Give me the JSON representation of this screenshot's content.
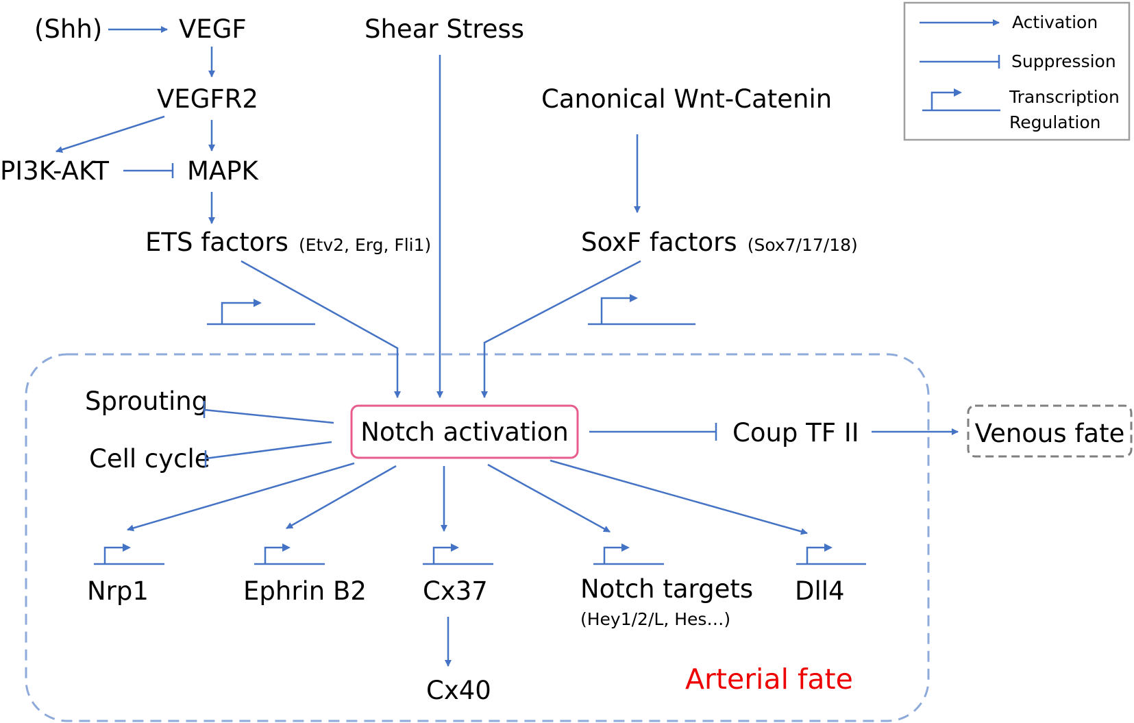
{
  "colors": {
    "edge": "#4472c4",
    "notch_box": "#e75b8d",
    "arterial_text": "#ee0000",
    "arterial_region": "#8eaadb",
    "venous_box": "#7f7f7f",
    "legend_border": "#9e9e9e"
  },
  "nodes": {
    "shh": "(Shh)",
    "vegf": "VEGF",
    "vegfr2": "VEGFR2",
    "pi3k_akt": "PI3K-AKT",
    "mapk": "MAPK",
    "ets": "ETS factors",
    "ets_detail": "(Etv2, Erg, Fli1)",
    "shear": "Shear Stress",
    "wnt": "Canonical Wnt-Catenin",
    "soxf": "SoxF factors",
    "soxf_detail": "(Sox7/17/18)",
    "notch": "Notch activation",
    "sprouting": "Sprouting",
    "cell_cycle": "Cell cycle",
    "coup": "Coup TF II",
    "venous": "Venous fate",
    "nrp1": "Nrp1",
    "ephrin": "Ephrin B2",
    "cx37": "Cx37",
    "notch_targets": "Notch targets",
    "notch_targets_detail": "(Hey1/2/L, Hes…)",
    "dll4": "Dll4",
    "cx40": "Cx40",
    "arterial": "Arterial fate"
  },
  "legend": {
    "activation": "Activation",
    "suppression": "Suppression",
    "transcription_1": "Transcription",
    "transcription_2": "Regulation"
  },
  "edges": [
    {
      "from": "shh",
      "to": "vegf",
      "type": "activation"
    },
    {
      "from": "vegf",
      "to": "vegfr2",
      "type": "activation"
    },
    {
      "from": "vegfr2",
      "to": "pi3k_akt",
      "type": "activation"
    },
    {
      "from": "vegfr2",
      "to": "mapk",
      "type": "activation"
    },
    {
      "from": "pi3k_akt",
      "to": "mapk",
      "type": "suppression"
    },
    {
      "from": "mapk",
      "to": "ets",
      "type": "activation"
    },
    {
      "from": "ets",
      "to": "notch",
      "type": "activation"
    },
    {
      "from": "shear",
      "to": "notch",
      "type": "activation"
    },
    {
      "from": "wnt",
      "to": "soxf",
      "type": "activation"
    },
    {
      "from": "soxf",
      "to": "notch",
      "type": "activation"
    },
    {
      "from": "notch",
      "to": "sprouting",
      "type": "suppression"
    },
    {
      "from": "notch",
      "to": "cell_cycle",
      "type": "suppression"
    },
    {
      "from": "notch",
      "to": "coup",
      "type": "suppression"
    },
    {
      "from": "coup",
      "to": "venous",
      "type": "activation"
    },
    {
      "from": "notch",
      "to": "nrp1",
      "type": "activation"
    },
    {
      "from": "notch",
      "to": "ephrin",
      "type": "activation"
    },
    {
      "from": "notch",
      "to": "cx37",
      "type": "activation"
    },
    {
      "from": "notch",
      "to": "notch_targets",
      "type": "activation"
    },
    {
      "from": "notch",
      "to": "dll4",
      "type": "activation"
    },
    {
      "from": "cx37",
      "to": "cx40",
      "type": "activation"
    }
  ]
}
